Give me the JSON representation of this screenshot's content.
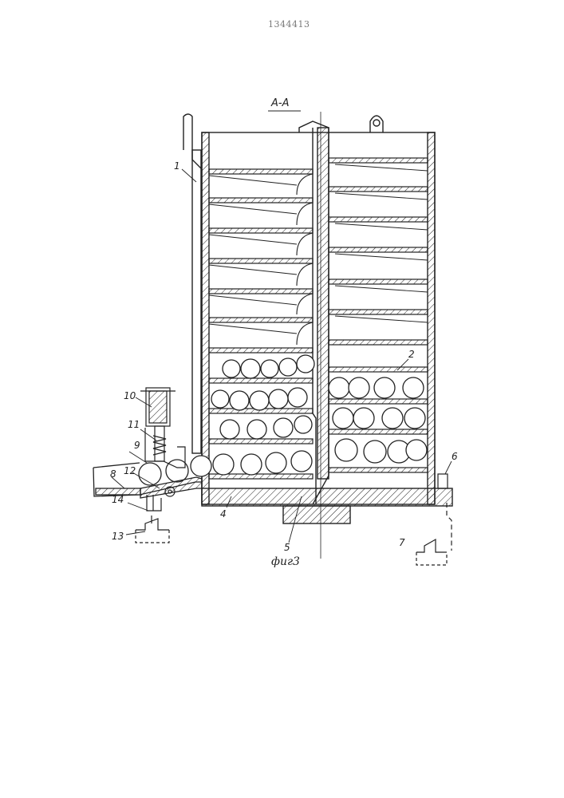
{
  "patent_number": "1344413",
  "section_label": "А-А",
  "figure_caption": "фиг3",
  "labels": {
    "l1": "1",
    "l2": "2",
    "l4": "4",
    "l5": "5",
    "l6": "6",
    "l7": "7",
    "l8": "8",
    "l9": "9",
    "l10": "10",
    "l11": "11",
    "l12": "12",
    "l13": "13",
    "l14": "14"
  },
  "colors": {
    "ink": "#222222",
    "paper": "#ffffff"
  }
}
